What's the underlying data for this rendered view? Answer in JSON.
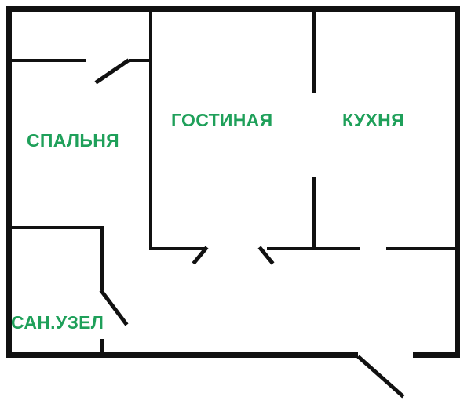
{
  "colors": {
    "label": "#1fa05a",
    "wall": "#111111",
    "background": "#ffffff"
  },
  "rooms": {
    "bedroom": "СПАЛЬНЯ",
    "living_room": "ГОСТИНАЯ",
    "kitchen": "КУХНЯ",
    "bathroom": "САН.УЗЕЛ"
  }
}
